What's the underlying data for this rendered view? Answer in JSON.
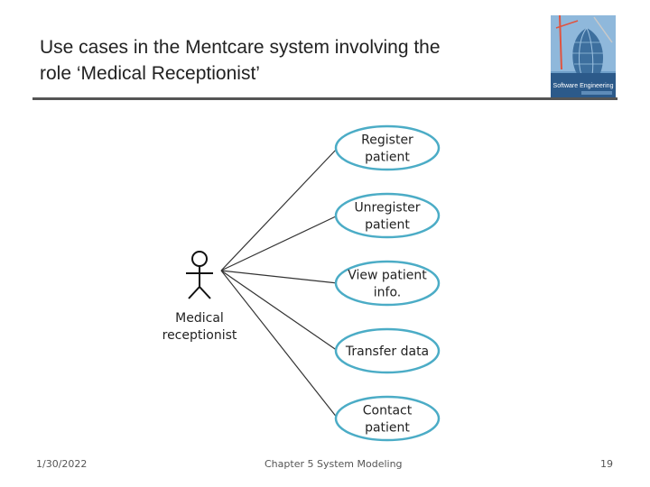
{
  "slide": {
    "title_lines": [
      "Use cases in the Mentcare system involving the",
      "role ‘Medical Receptionist’"
    ],
    "footer": {
      "date": "1/30/2022",
      "chapter": "Chapter 5 System Modeling",
      "page": "19"
    },
    "cover": {
      "lines": [
        "Software Engineering"
      ]
    }
  },
  "diagram": {
    "actor": {
      "lines": [
        "Medical",
        "receptionist"
      ],
      "icon": "stick-figure-icon"
    },
    "use_cases": [
      {
        "lines": [
          "Register",
          "patient"
        ]
      },
      {
        "lines": [
          "Unregister",
          "patient"
        ]
      },
      {
        "lines": [
          "View patient",
          "info."
        ]
      },
      {
        "lines": [
          "Transfer data"
        ]
      },
      {
        "lines": [
          "Contact",
          "patient"
        ]
      }
    ],
    "colors": {
      "ellipse_stroke": "#4bacc6",
      "line": "#333333",
      "text": "#222222"
    }
  }
}
